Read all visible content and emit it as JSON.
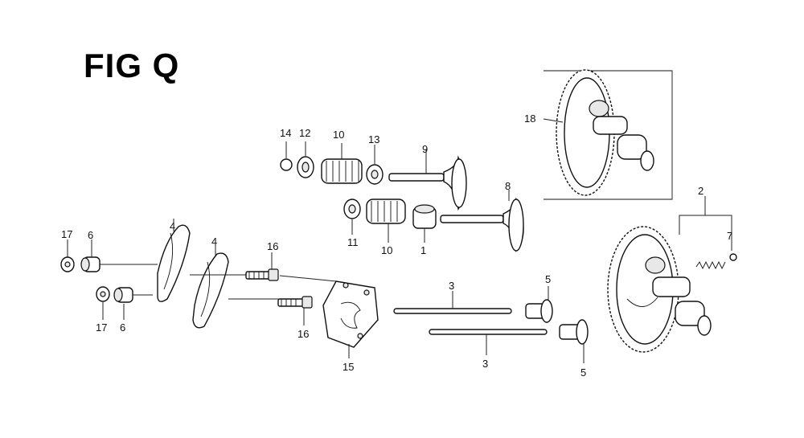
{
  "figure": {
    "title": "FIG Q"
  },
  "callouts": {
    "c1": "1",
    "c2": "2",
    "c3a": "3",
    "c3b": "3",
    "c4a": "4",
    "c4b": "4",
    "c5a": "5",
    "c5b": "5",
    "c6a": "6",
    "c6b": "6",
    "c7": "7",
    "c8": "8",
    "c9": "9",
    "c10a": "10",
    "c10b": "10",
    "c11": "11",
    "c12": "12",
    "c13": "13",
    "c14": "14",
    "c15": "15",
    "c16a": "16",
    "c16b": "16",
    "c17a": "17",
    "c17b": "17",
    "c18": "18"
  }
}
